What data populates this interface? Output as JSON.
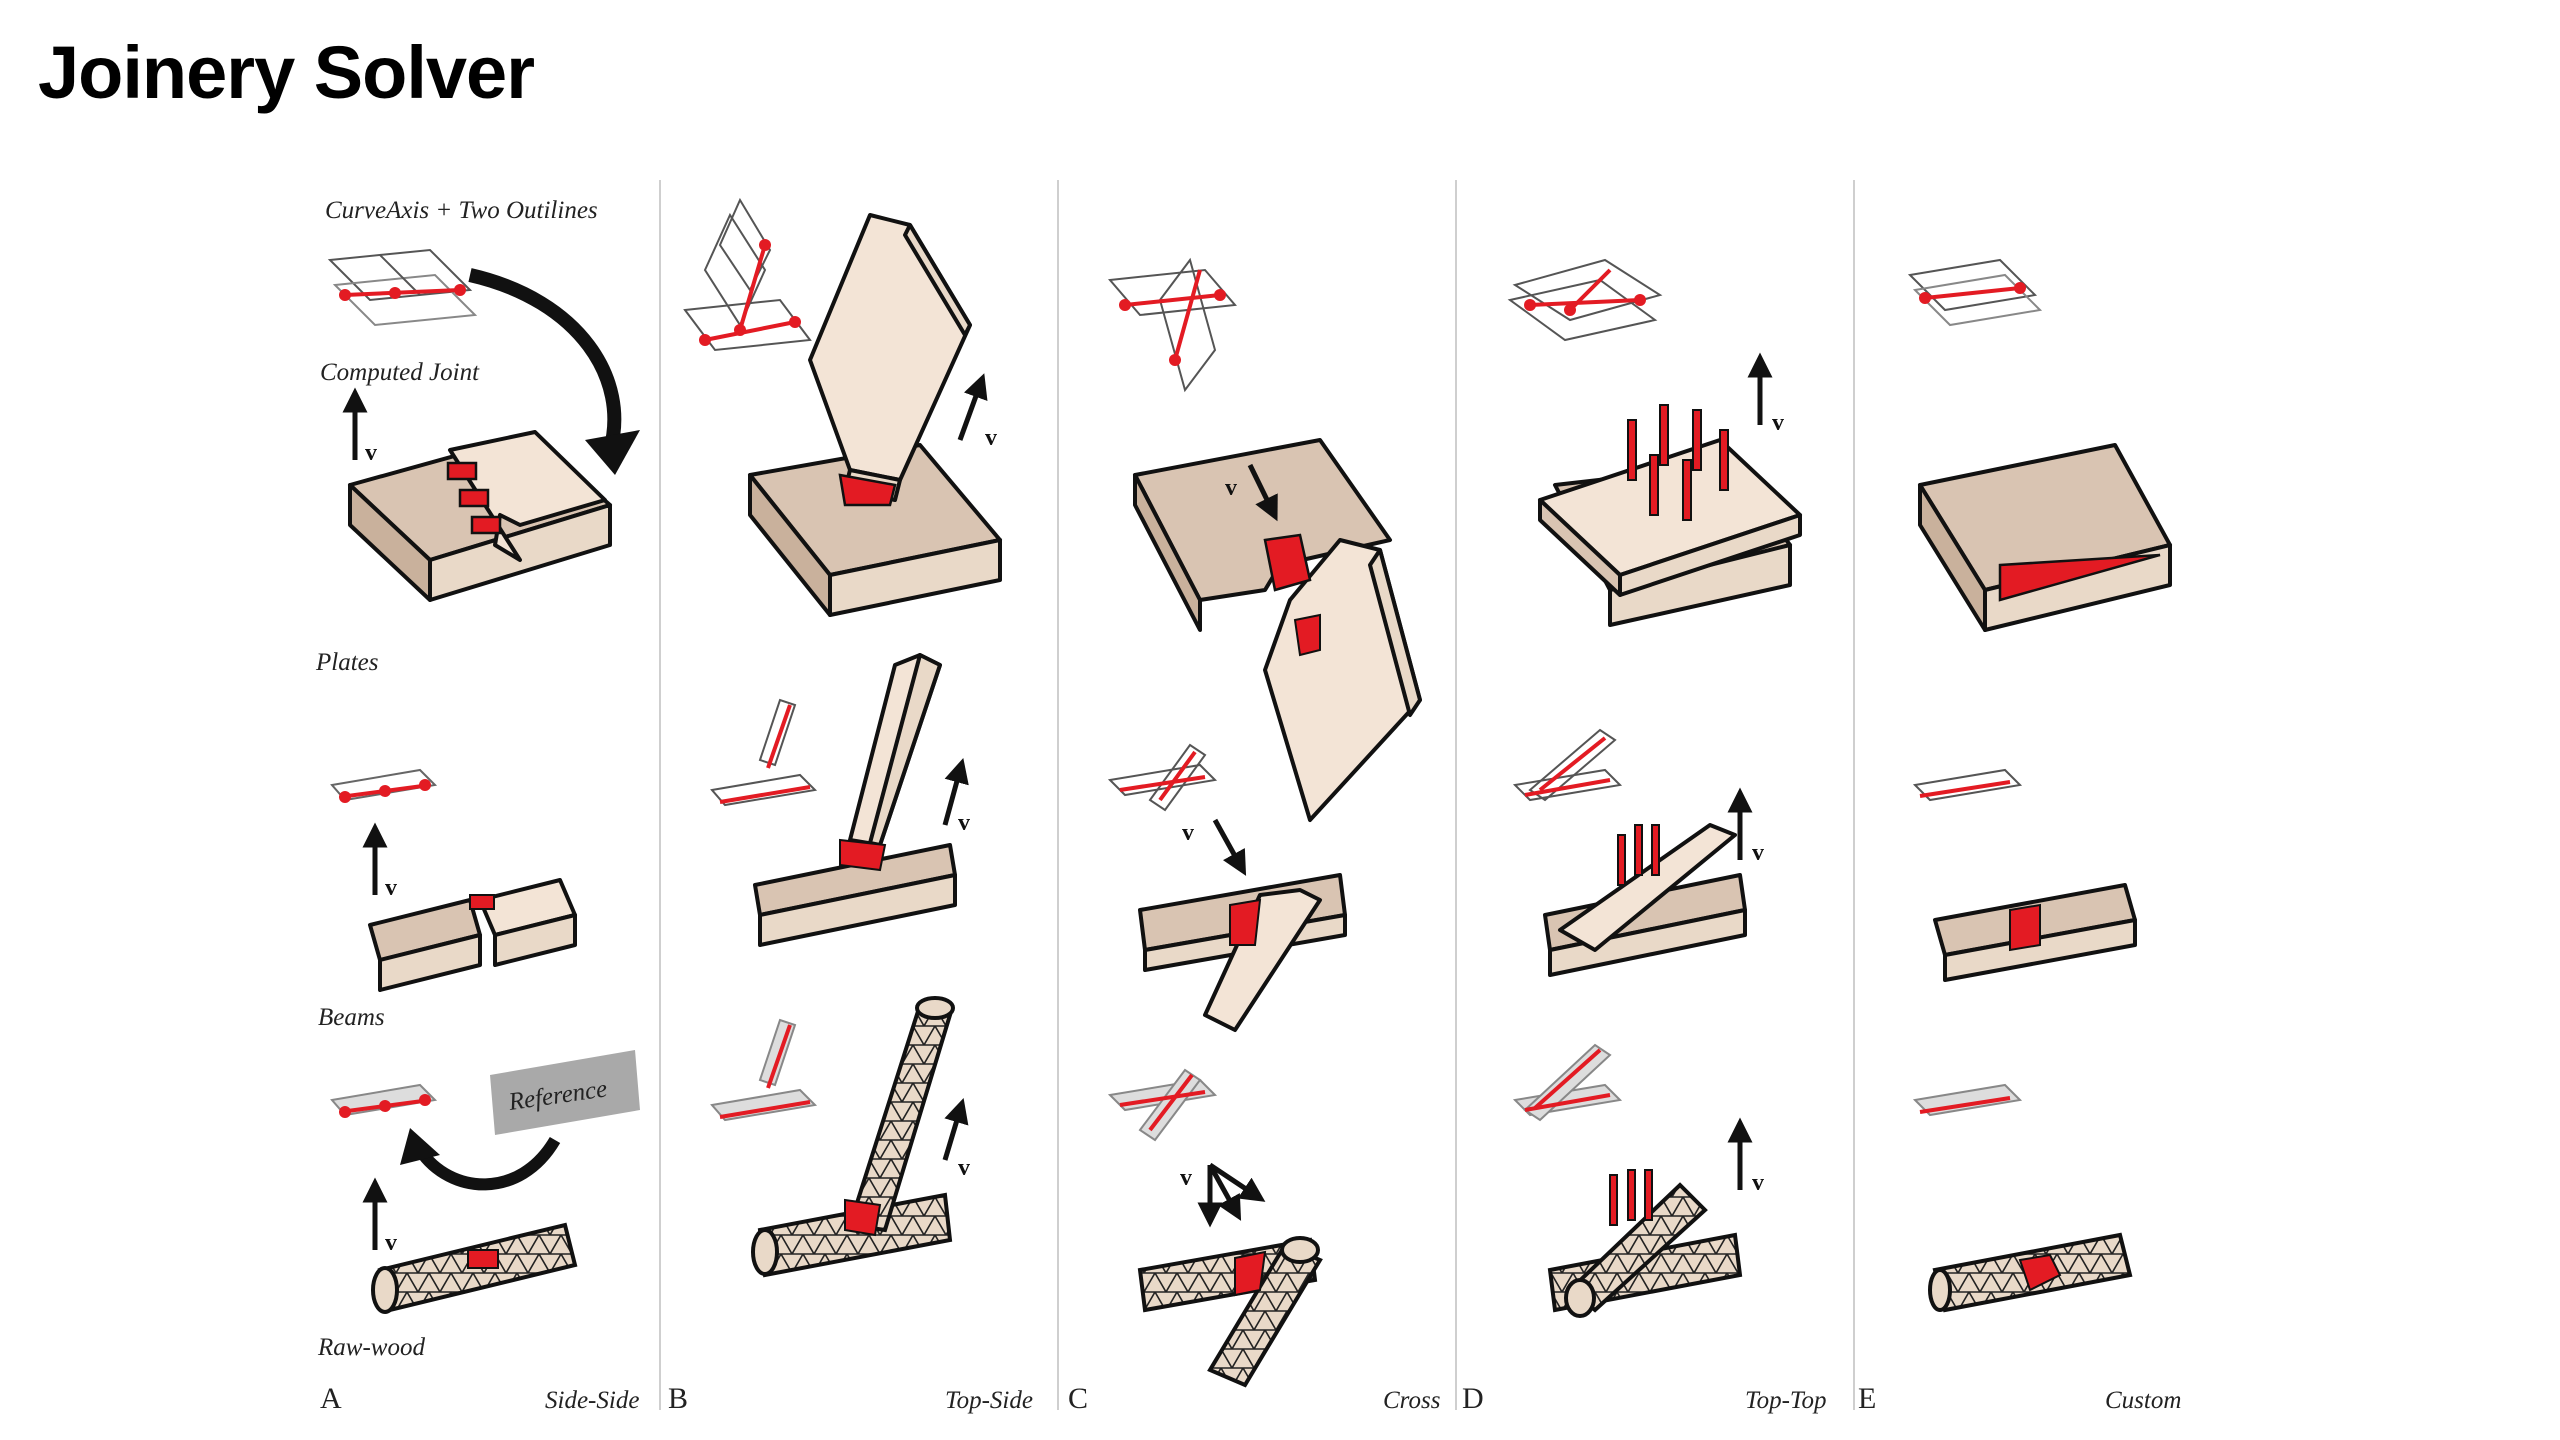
{
  "title": "Joinery Solver",
  "labels": {
    "curve_axis": "CurveAxis + Two Outilines",
    "computed_joint": "Computed Joint",
    "plates": "Plates",
    "beams": "Beams",
    "raw_wood": "Raw-wood",
    "reference": "Reference",
    "vector": "v"
  },
  "columns": [
    {
      "letter": "A",
      "name": "Side-Side"
    },
    {
      "letter": "B",
      "name": "Top-Side"
    },
    {
      "letter": "C",
      "name": "Cross"
    },
    {
      "letter": "D",
      "name": "Top-Top"
    },
    {
      "letter": "E",
      "name": "Custom"
    }
  ],
  "colors": {
    "wood_top": "#f3e4d6",
    "wood_side": "#d9c4b2",
    "wood_dark": "#c9b19c",
    "joint_red": "#e31b23",
    "outline": "#111111",
    "divider": "#cfcfcf",
    "reference_badge": "#a9a9a9"
  }
}
